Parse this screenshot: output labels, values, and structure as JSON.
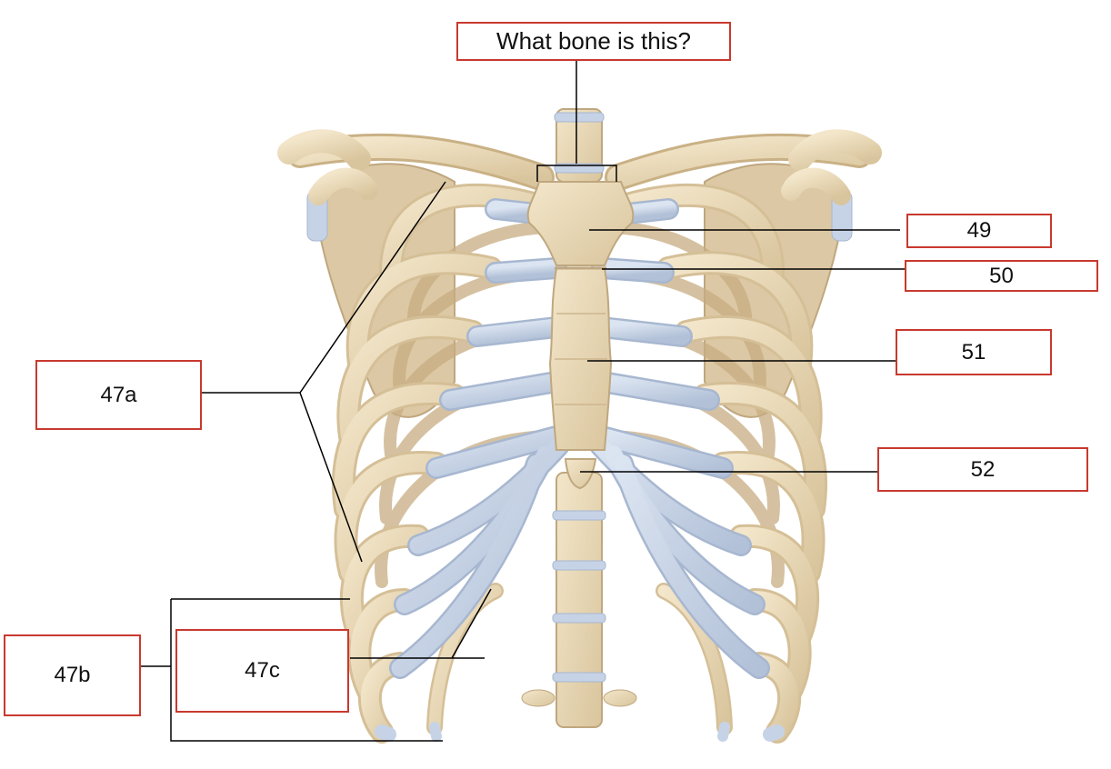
{
  "labels": {
    "question": "What bone is this?",
    "n49": "49",
    "n50": "50",
    "n51": "51",
    "n52": "52",
    "n47a": "47a",
    "n47b": "47b",
    "n47c": "47c"
  },
  "colors": {
    "box_border": "#c8392f",
    "leader_line": "#000000",
    "bone": "#ecdcbb",
    "bone_shadow": "#cdb68e",
    "cartilage": "#c6d3e6",
    "cartilage_shadow": "#a7b7d0",
    "background": "#ffffff"
  }
}
